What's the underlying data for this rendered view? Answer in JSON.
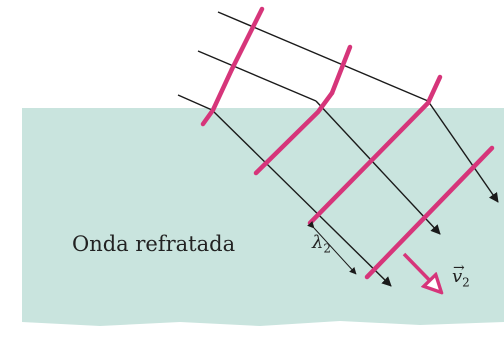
{
  "labels": {
    "refracted_wave": "Onda refratada",
    "wavelength_symbol": "λ",
    "wavelength_subscript": "2",
    "velocity_symbol": "v",
    "velocity_subscript": "2",
    "velocity_arrow": "→"
  },
  "colors": {
    "medium": "#c9e4de",
    "wavefront": "#d6357a",
    "ray": "#1a1a1a",
    "page": "#ffffff"
  }
}
